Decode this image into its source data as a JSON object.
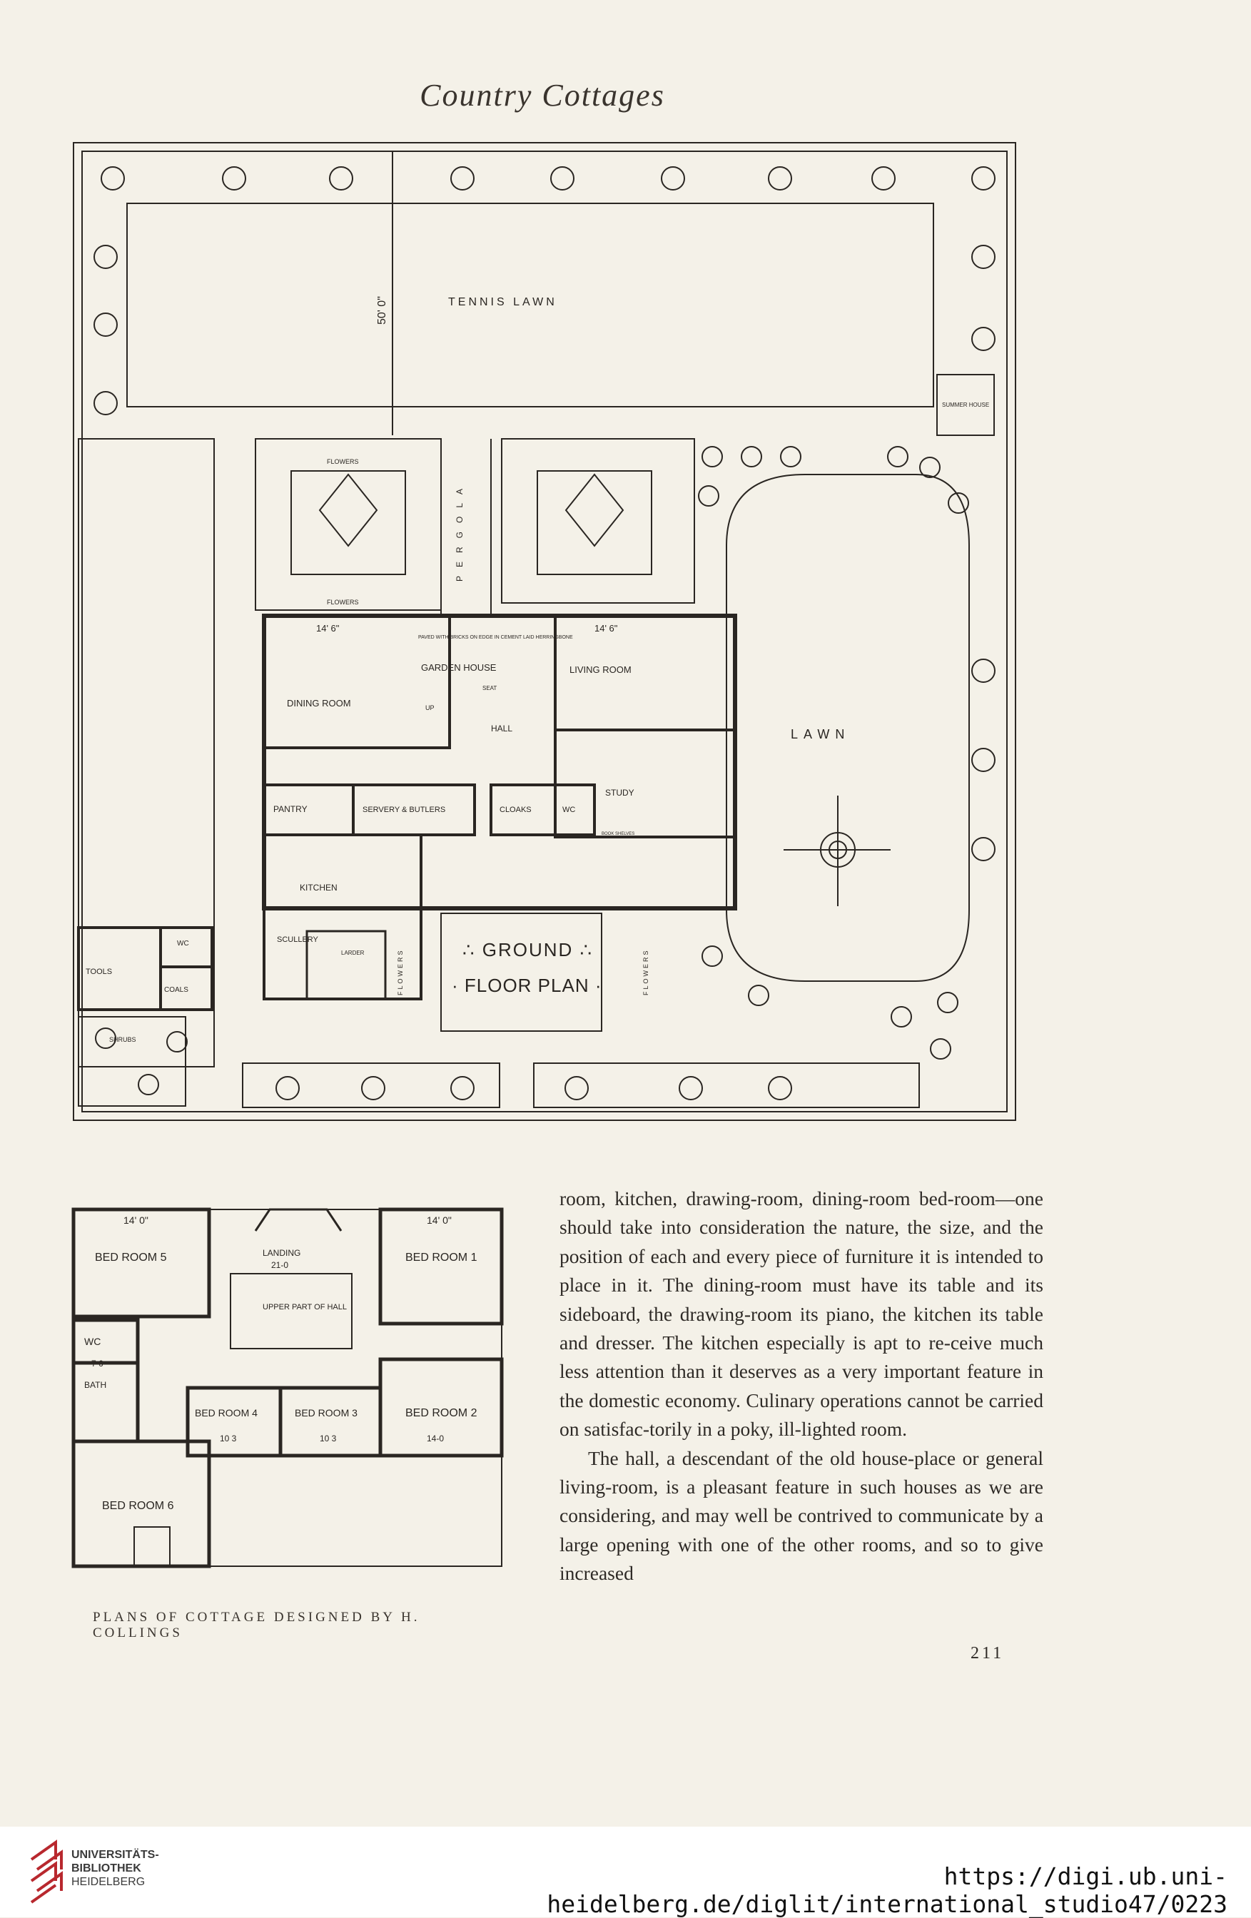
{
  "running_head": "Country Cottages",
  "ground_plan": {
    "title_line1": "∴ GROUND ∴",
    "title_line2": "· FLOOR PLAN ·",
    "labels": {
      "tennis_lawn": "TENNIS LAWN",
      "dimension_50": "50' 0\"",
      "summer_house": "SUMMER HOUSE",
      "flowers": "FLOWERS",
      "pergola": "PERGOLA",
      "lawn": "LAWN",
      "paved_note": "PAVED WITH BRICKS ON EDGE IN CEMENT LAID HERRINGBONE",
      "garden_house": "GARDEN HOUSE",
      "dining_room": "DINING ROOM",
      "living_room": "LIVING ROOM",
      "hall": "HALL",
      "seat": "SEAT",
      "up": "UP",
      "study": "STUDY",
      "pantry": "PANTRY",
      "servery": "SERVERY & BUTLERS",
      "cloaks": "CLOAKS",
      "wc": "WC",
      "kitchen": "KITCHEN",
      "scullery": "SCULLERY",
      "larder": "LARDER",
      "tools": "TOOLS",
      "coals": "COALS",
      "shrubs": "SHRUBS",
      "dim_14_6_a": "14' 6\"",
      "dim_14_6_b": "14' 6\"",
      "books_shelves": "BOOK SHELVES"
    }
  },
  "first_floor_plan": {
    "labels": {
      "bed_room_5": "BED ROOM 5",
      "bed_room_1": "BED ROOM 1",
      "bed_room_2": "BED ROOM 2",
      "bed_room_4": "BED ROOM 4",
      "bed_room_3": "BED ROOM 3",
      "bed_room_6": "BED ROOM 6",
      "landing": "LANDING",
      "landing_dim": "21-0",
      "upper_part_of_hall": "UPPER PART OF HALL",
      "wc": "WC",
      "bath": "BATH",
      "dim_14_0_a": "14' 0\"",
      "dim_14_0_b": "14' 0\"",
      "dim_14_0_c": "14-0",
      "dim_10_3_a": "10 3",
      "dim_10_3_b": "10 3",
      "dim_7_6": "7 6"
    }
  },
  "caption": "PLANS OF COTTAGE DESIGNED BY H. COLLINGS",
  "body_paragraphs": [
    "room, kitchen, drawing-room, dining-room bed-room—one should take into consideration the nature, the size, and the position of each and every piece of furniture it is intended to place in it. The dining-room must have its table and its sideboard, the drawing-room its piano, the kitchen its table and dresser. The kitchen especially is apt to re-ceive much less attention than it deserves as a very important feature in the domestic economy. Culinary operations cannot be carried on satisfac-torily in a poky, ill-lighted room.",
    "The hall, a descendant of the old house-place or general living-room, is a pleasant feature in such houses as we are considering, and may well be contrived to communicate by a large opening with one of the other rooms, and so to give increased"
  ],
  "folio": "211",
  "footer": {
    "library_line1": "UNIVERSITÄTS-",
    "library_line2": "BIBLIOTHEK",
    "library_line3": "HEIDELBERG",
    "url": "https://digi.ub.uni-heidelberg.de/diglit/international_studio47/0223"
  }
}
